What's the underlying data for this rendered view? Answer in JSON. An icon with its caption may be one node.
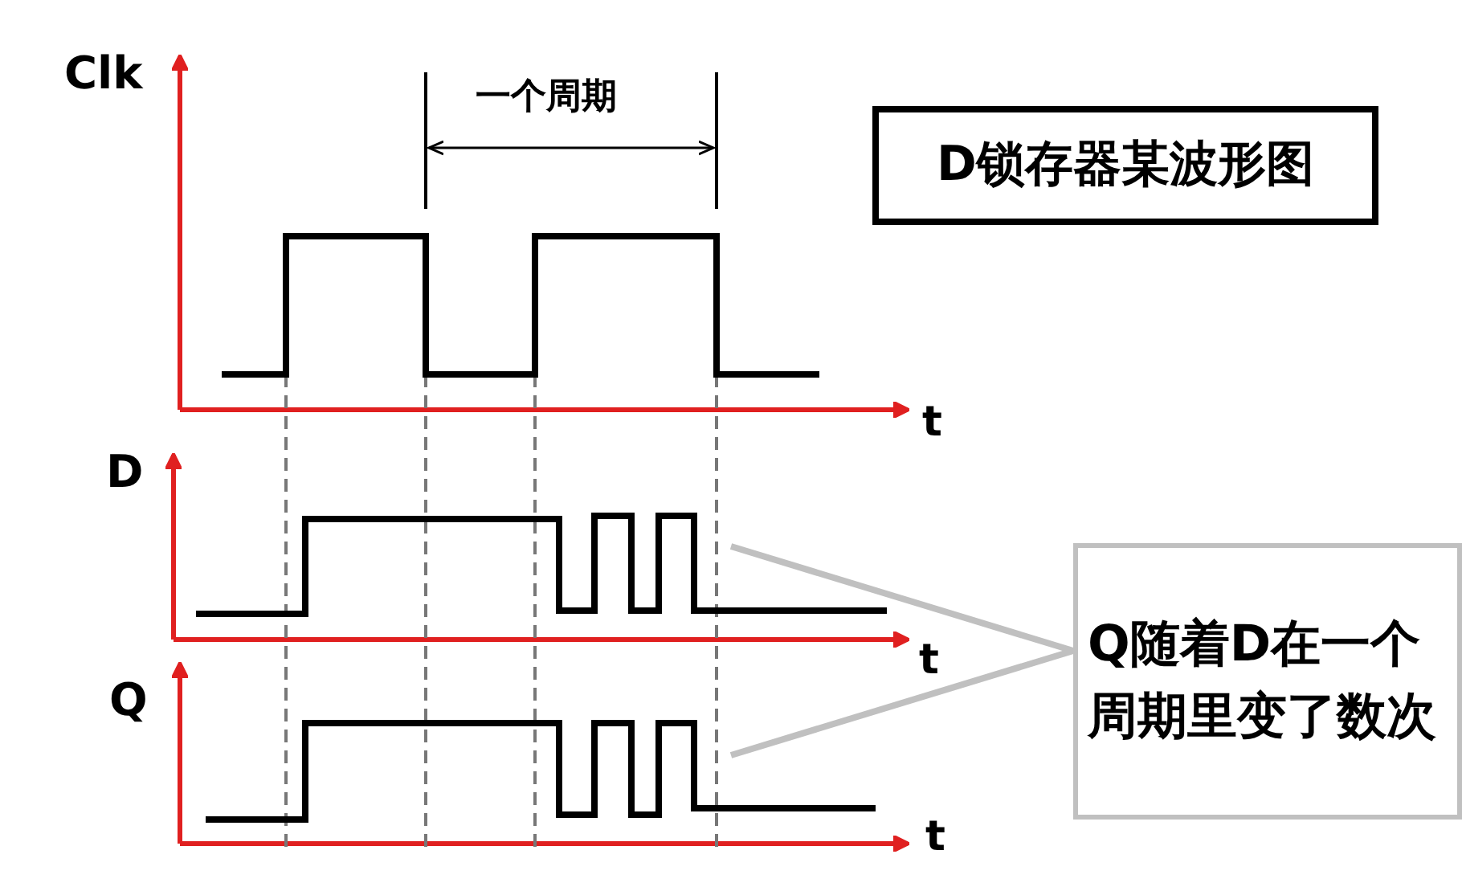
{
  "diagram": {
    "nodes": [
      {
        "text": [
          "D锁存器某波形图"
        ]
      },
      {
        "text": [
          "Q随着D在一个周期里变了数次"
        ]
      }
    ],
    "edges": [
      {
        "from": 1,
        "to": null,
        "arrow": "none",
        "color": "#c0c0c0"
      },
      {
        "from": 1,
        "to": null,
        "arrow": "none",
        "color": "#c0c0c0"
      }
    ],
    "labels": [
      "Clk",
      "一个周期",
      "t",
      "D",
      "t",
      "Q",
      "t"
    ]
  }
}
